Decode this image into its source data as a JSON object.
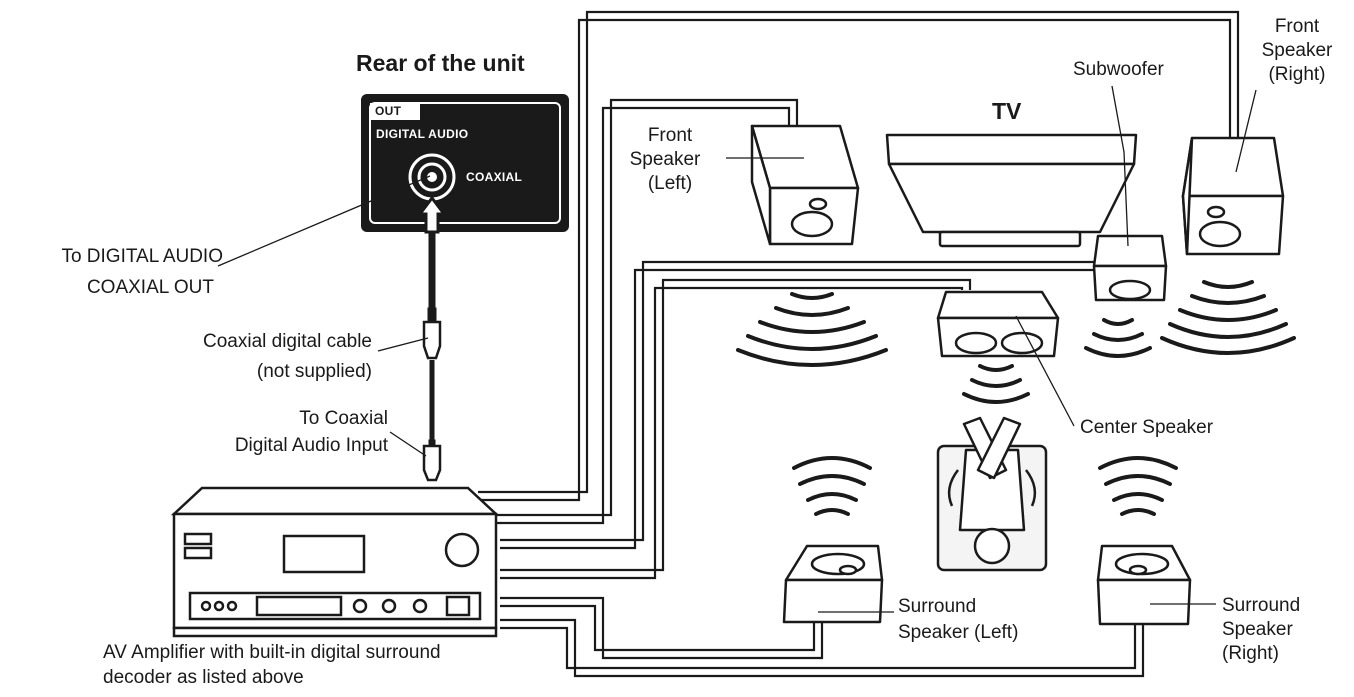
{
  "labels": {
    "rear_unit": "Rear of the unit",
    "panel_out": "OUT",
    "panel_digital_audio": "DIGITAL AUDIO",
    "panel_coaxial": "COAXIAL",
    "to_digital_out_1": "To DIGITAL AUDIO",
    "to_digital_out_2": "COAXIAL OUT",
    "cable_1": "Coaxial digital cable",
    "cable_2": "(not supplied)",
    "input_1": "To Coaxial",
    "input_2": "Digital Audio Input",
    "amp_1": "AV Amplifier with built-in digital surround",
    "amp_2": "decoder as listed above",
    "tv": "TV",
    "subwoofer": "Subwoofer",
    "front_left_1": "Front",
    "front_left_2": "Speaker",
    "front_left_3": "(Left)",
    "front_right_1": "Front",
    "front_right_2": "Speaker",
    "front_right_3": "(Right)",
    "center": "Center Speaker",
    "surround_left_1": "Surround",
    "surround_left_2": "Speaker (Left)",
    "surround_right_1": "Surround",
    "surround_right_2": "Speaker",
    "surround_right_3": "(Right)"
  }
}
